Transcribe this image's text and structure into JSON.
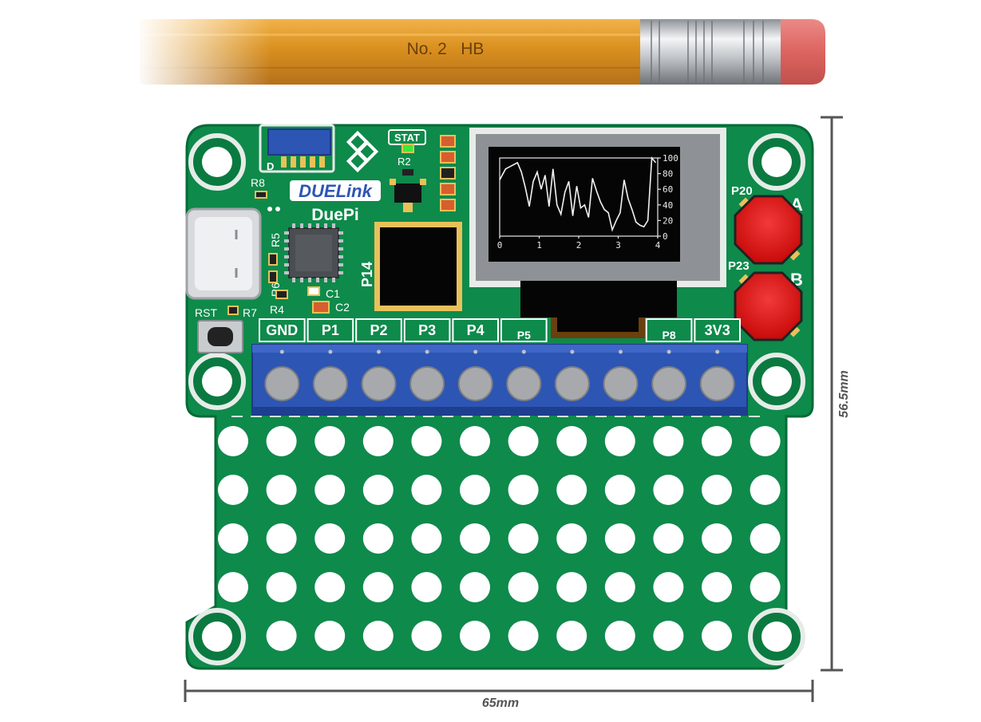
{
  "pencil": {
    "label": "No. 2   HB",
    "colors": {
      "body": "#D9901E",
      "ferrule": "#C9CCCF",
      "eraser": "#E2706E"
    }
  },
  "board": {
    "brand_logo": "DUELink",
    "model": "DuePi",
    "status_label": "STAT",
    "colors": {
      "pcb": "#0E8A4B",
      "outline": "#066B37",
      "terminal": "#2D55B4",
      "buttons": "#E01010"
    },
    "connector_label": "D",
    "chip_label": "P14",
    "components": {
      "r8": "R8",
      "r5": "R5",
      "r6": "R6",
      "r4": "R4",
      "r7": "R7",
      "r2": "R2",
      "c1": "C1",
      "c2": "C2",
      "rst": "RST"
    },
    "buttons": [
      {
        "pin": "P20",
        "letter": "A"
      },
      {
        "pin": "P23",
        "letter": "B"
      }
    ],
    "terminal_pins": [
      "GND",
      "P1",
      "P2",
      "P3",
      "P4",
      "P5",
      "",
      "",
      "P8",
      "3V3"
    ]
  },
  "oled": {
    "chart_data": {
      "type": "line",
      "x_ticks": [
        "0",
        "1",
        "2",
        "3",
        "4"
      ],
      "y_ticks": [
        "100",
        "80",
        "60",
        "40",
        "20",
        "0"
      ],
      "xlim": [
        0,
        4
      ],
      "ylim": [
        0,
        100
      ],
      "series": [
        {
          "x": [
            0,
            0.15,
            0.3,
            0.45,
            0.55,
            0.65,
            0.75,
            0.85,
            0.95,
            1.05,
            1.15,
            1.25,
            1.35,
            1.45,
            1.55,
            1.65,
            1.75,
            1.85,
            1.95,
            2.05,
            2.15,
            2.25,
            2.35,
            2.45,
            2.55,
            2.65,
            2.75,
            2.85,
            2.95,
            3.05,
            3.15,
            3.25,
            3.35,
            3.45,
            3.55,
            3.65,
            3.75,
            3.85,
            3.95
          ],
          "values": [
            72,
            86,
            90,
            94,
            82,
            62,
            38,
            70,
            82,
            60,
            78,
            38,
            86,
            40,
            28,
            56,
            70,
            26,
            64,
            36,
            40,
            24,
            74,
            58,
            44,
            34,
            30,
            8,
            20,
            30,
            72,
            48,
            34,
            18,
            14,
            12,
            20,
            100,
            94
          ]
        }
      ]
    }
  },
  "dimensions": {
    "width": "65mm",
    "height": "56.5mm"
  }
}
